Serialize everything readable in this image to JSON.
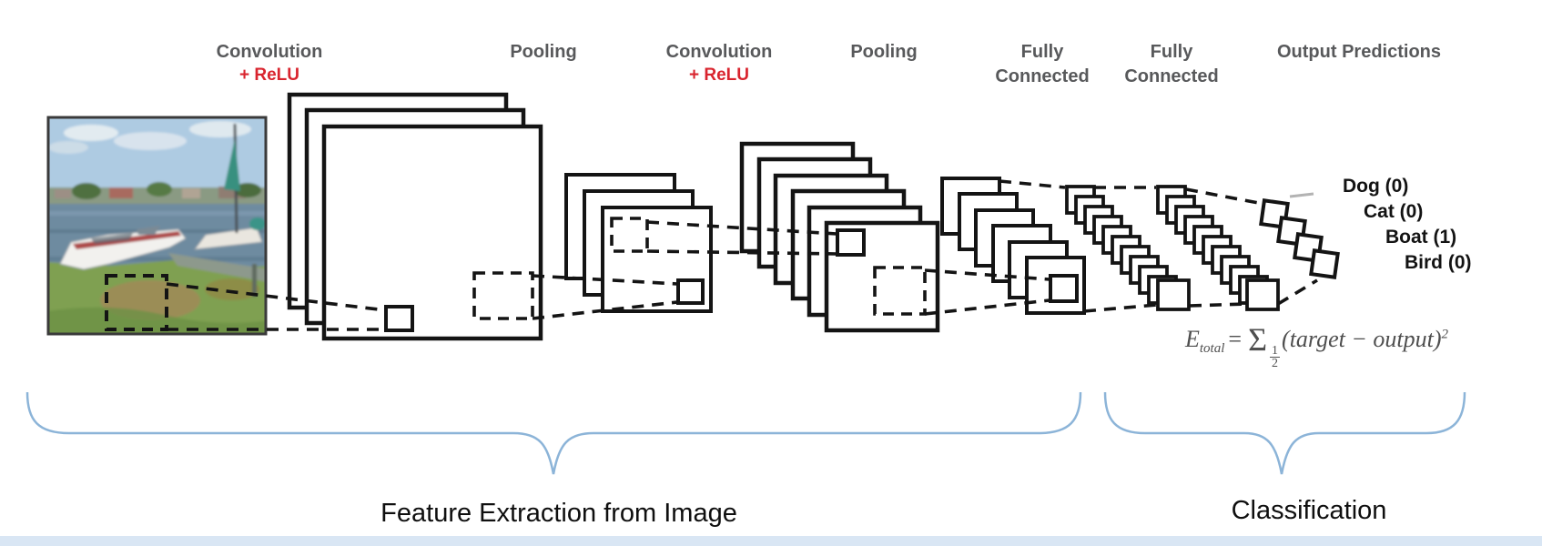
{
  "stages": [
    {
      "title": "Convolution",
      "subtitle": "+ ReLU"
    },
    {
      "title": "Pooling",
      "subtitle": ""
    },
    {
      "title": "Convolution",
      "subtitle": "+ ReLU"
    },
    {
      "title": "Pooling",
      "subtitle": ""
    },
    {
      "title": "Fully Connected",
      "subtitle": ""
    },
    {
      "title": "Fully Connected",
      "subtitle": ""
    },
    {
      "title": "Output Predictions",
      "subtitle": ""
    }
  ],
  "predictions": [
    {
      "label": "Dog (0)"
    },
    {
      "label": "Cat (0)"
    },
    {
      "label": "Boat (1)"
    },
    {
      "label": "Bird (0)"
    }
  ],
  "formula": {
    "lhs": "E",
    "lhs_sub": "total",
    "equals": "=",
    "sum": "Σ",
    "frac_num": "1",
    "frac_den": "2",
    "body": "(target − output)",
    "exponent": "2"
  },
  "sections": {
    "feature_extraction": "Feature Extraction from Image",
    "classification": "Classification"
  },
  "architecture": {
    "input": "photo of boats docked at a lakeside",
    "conv1_feature_maps": 3,
    "pool1_feature_maps": 3,
    "conv2_feature_maps": 6,
    "pool2_feature_maps": 6,
    "fc1_nodes": 11,
    "fc2_nodes": 11,
    "output_nodes": 4
  },
  "colors": {
    "relu_red": "#d9242e",
    "label_gray": "#58595b",
    "line_black": "#141414",
    "brace_blue": "#8cb4d8",
    "formula_gray": "#4f4f4f",
    "accent_bar_blue": "#d9e6f4",
    "text_black": "#111111"
  }
}
